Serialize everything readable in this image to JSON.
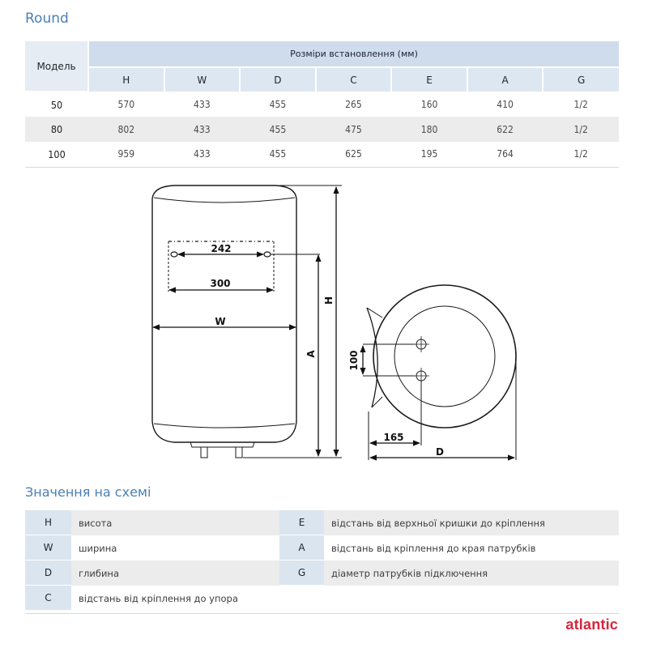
{
  "title": "Round",
  "table": {
    "model_header": "Модель",
    "group_header": "Розміри встановлення (мм)",
    "columns": [
      "H",
      "W",
      "D",
      "C",
      "E",
      "A",
      "G"
    ],
    "rows": [
      {
        "model": "50",
        "values": [
          "570",
          "433",
          "455",
          "265",
          "160",
          "410",
          "1/2"
        ]
      },
      {
        "model": "80",
        "values": [
          "802",
          "433",
          "455",
          "475",
          "180",
          "622",
          "1/2"
        ]
      },
      {
        "model": "100",
        "values": [
          "959",
          "433",
          "455",
          "625",
          "195",
          "764",
          "1/2"
        ]
      }
    ]
  },
  "drawing": {
    "dim_242": "242",
    "dim_300": "300",
    "dim_w": "W",
    "dim_h": "H",
    "dim_a": "A",
    "dim_100": "100",
    "dim_165": "165",
    "dim_d": "D"
  },
  "legend_title": "Значення на схемі",
  "legend": {
    "h_code": "H",
    "h_desc": "висота",
    "e_code": "E",
    "e_desc": "відстань від верхньої кришки до кріплення",
    "w_code": "W",
    "w_desc": "ширина",
    "a_code": "A",
    "a_desc": "відстань від кріплення до края патрубків",
    "d_code": "D",
    "d_desc": "глибина",
    "g_code": "G",
    "g_desc": "діаметр патрубків підключення",
    "c_code": "C",
    "c_desc": "відстань від кріплення до упора"
  },
  "brand": "atlantic",
  "colors": {
    "accent": "#4a7fb5",
    "header": "#cfdcec",
    "brand": "#d6263c"
  }
}
